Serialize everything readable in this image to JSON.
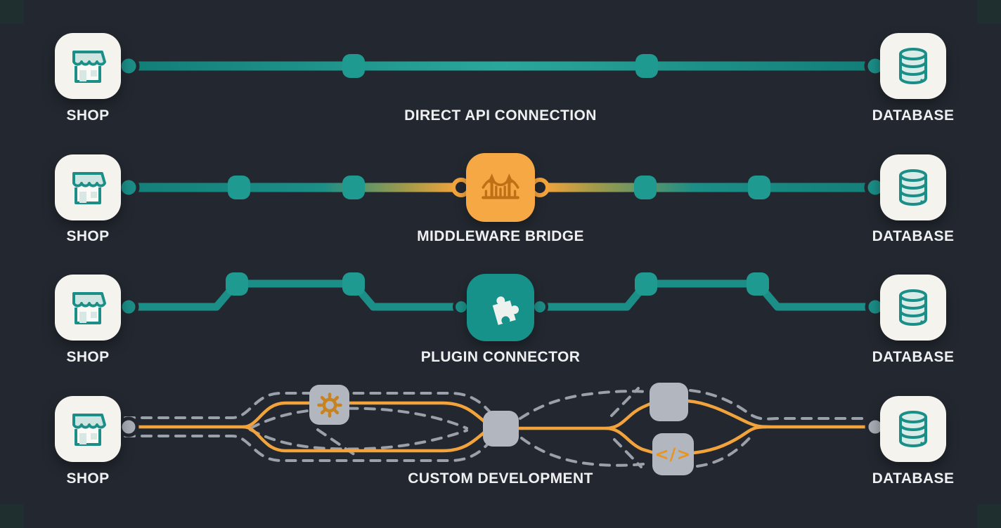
{
  "diagram": {
    "theme": {
      "background": "#232830",
      "teal": "#1b8e87",
      "teal_light": "#2aa79b",
      "orange": "#f2a33c",
      "gray": "#a9aeb6",
      "node_bg": "#f4f3ee",
      "text": "#eef0f2"
    },
    "rows": [
      {
        "id": "direct-api",
        "title": "DIRECT API CONNECTION",
        "left_node": {
          "label": "SHOP",
          "icon": "storefront-icon"
        },
        "right_node": {
          "label": "DATABASE",
          "icon": "database-icon"
        },
        "connection": "solid teal line with 2 waypoint dots"
      },
      {
        "id": "middleware-bridge",
        "title": "MIDDLEWARE BRIDGE",
        "left_node": {
          "label": "SHOP",
          "icon": "storefront-icon"
        },
        "right_node": {
          "label": "DATABASE",
          "icon": "database-icon"
        },
        "center_hub": {
          "icon": "bridge-icon",
          "color": "#f6a844"
        },
        "connection": "teal-to-orange gradient lines with waypoint dots and orange ring ports"
      },
      {
        "id": "plugin-connector",
        "title": "PLUGIN CONNECTOR",
        "left_node": {
          "label": "SHOP",
          "icon": "storefront-icon"
        },
        "right_node": {
          "label": "DATABASE",
          "icon": "database-icon"
        },
        "center_hub": {
          "icon": "puzzle-icon",
          "color": "#17928b"
        },
        "connection": "teal zig-zag line with raised waypoint dots"
      },
      {
        "id": "custom-development",
        "title": "CUSTOM DEVELOPMENT",
        "left_node": {
          "label": "SHOP",
          "icon": "storefront-icon"
        },
        "right_node": {
          "label": "DATABASE",
          "icon": "database-icon"
        },
        "hubs": [
          {
            "icon": "gear-icon"
          },
          {
            "icon": "plain-hub"
          },
          {
            "icon": "plain-hub"
          },
          {
            "icon": "code-icon",
            "glyph": "</>"
          }
        ],
        "connection": "branching orange solid paths interwoven with gray dashed paths"
      }
    ]
  }
}
